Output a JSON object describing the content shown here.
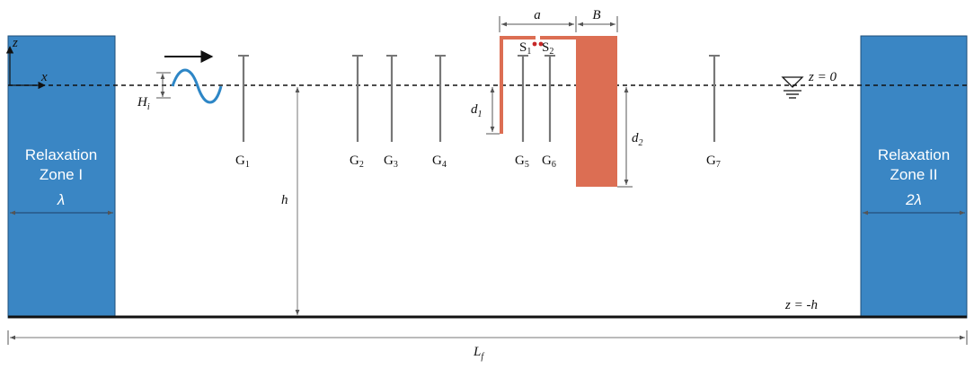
{
  "colors": {
    "zone": "#3a86c4",
    "structure": "#dc6e53",
    "gauge": "#777777",
    "wave": "#2d86c6",
    "probe": "#c62828",
    "bed": "#111111",
    "dim": "#777777"
  },
  "zones": {
    "left": {
      "line1": "Relaxation",
      "line2": "Zone I",
      "line3": "λ"
    },
    "right": {
      "line1": "Relaxation",
      "line2": "Zone II",
      "line3": "2λ"
    }
  },
  "axes": {
    "z": "z",
    "x": "x"
  },
  "free_surface_label": "z = 0",
  "bed_label": "z = -h",
  "depth_label": "h",
  "wave_height": {
    "base": "H",
    "sub": "i"
  },
  "gauges": [
    {
      "base": "G",
      "sub": "1"
    },
    {
      "base": "G",
      "sub": "2"
    },
    {
      "base": "G",
      "sub": "3"
    },
    {
      "base": "G",
      "sub": "4"
    },
    {
      "base": "G",
      "sub": "5"
    },
    {
      "base": "G",
      "sub": "6"
    },
    {
      "base": "G",
      "sub": "7"
    }
  ],
  "structure": {
    "chamber_width": "a",
    "breakwater_width": "B",
    "front_draft": {
      "base": "d",
      "sub": "1"
    },
    "back_draft": {
      "base": "d",
      "sub": "2"
    },
    "probe_left": {
      "base": "S",
      "sub": "1"
    },
    "probe_right": {
      "base": "S",
      "sub": "2"
    }
  },
  "flume_length": {
    "base": "L",
    "sub": "f"
  }
}
